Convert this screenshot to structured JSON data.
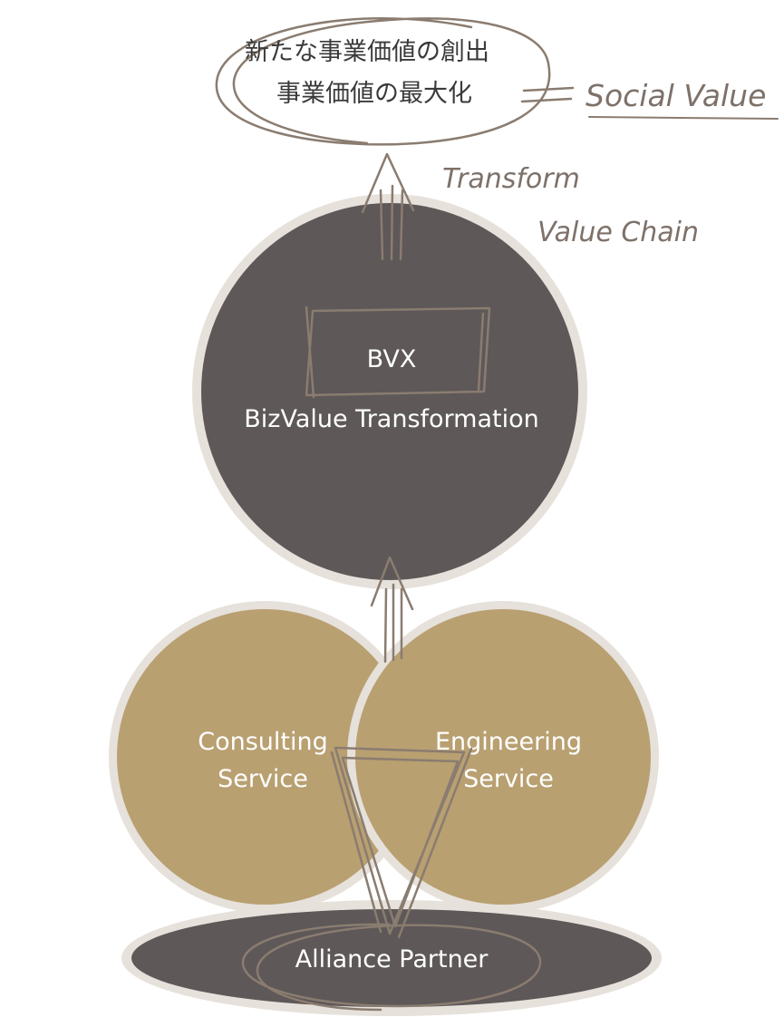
{
  "goal": {
    "line1": "新たな事業価値の創出",
    "line2": "事業価値の最大化",
    "equals_label": "Social Value"
  },
  "transform_note": {
    "line1": "Transform",
    "line2": "Value Chain"
  },
  "bvx": {
    "acronym": "BVX",
    "full_name": "BizValue Transformation"
  },
  "consulting": {
    "line1": "Consulting",
    "line2": "Service"
  },
  "engineering": {
    "line1": "Engineering",
    "line2": "Service"
  },
  "alliance": {
    "label": "Alliance Partner"
  },
  "colors": {
    "dark_circle": "#5e5858",
    "tan_circle": "#b9a071",
    "halo": "#e6e1db",
    "sketch": "#8a7c70",
    "text_dark": "#3a3a3a"
  }
}
